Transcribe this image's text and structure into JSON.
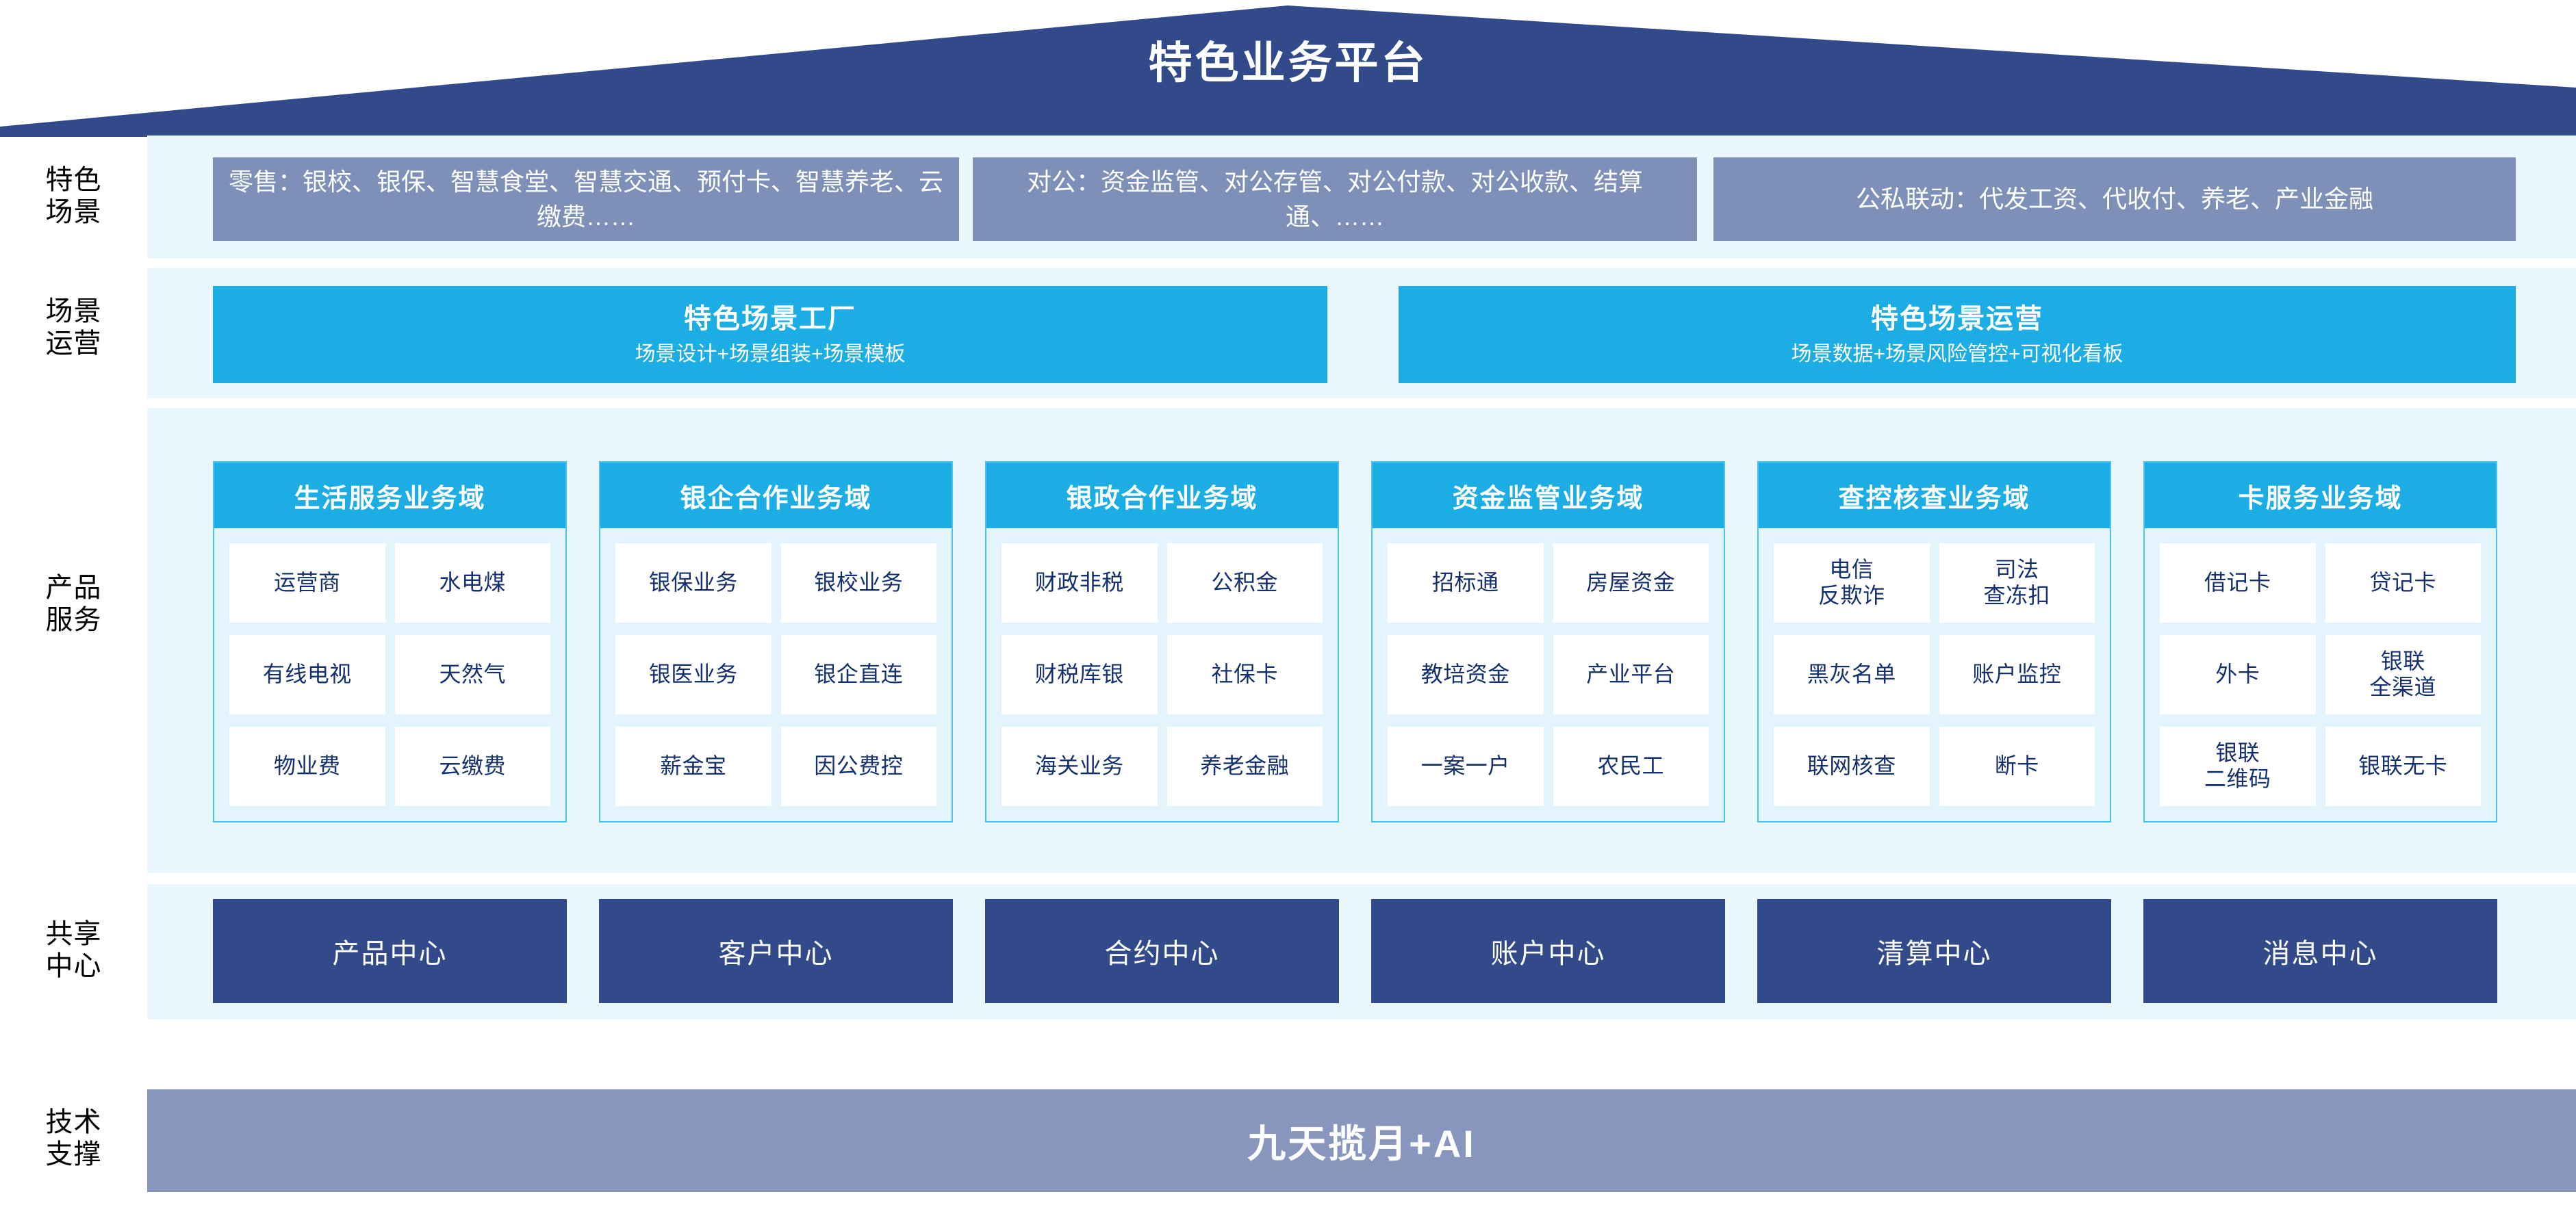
{
  "title": "特色业务平台",
  "rail_labels": {
    "scene": "特色\n场景",
    "operation": "场景\n运营",
    "product": "产品\n服务",
    "shared": "共享\n中心",
    "tech": "技术\n支撑"
  },
  "colors": {
    "roof_navy": "#32498a",
    "scene_box": "#7e90b8",
    "cyan": "#1cade4",
    "band_bg": "#eaf7fd",
    "domain_body": "#e4f4fc",
    "domain_border": "#49c3ef",
    "prod_text": "#15306e",
    "shared_box": "#32498a",
    "tech_bar": "#8896bd"
  },
  "scenarios": [
    {
      "label": "零售：银校、银保、智慧食堂、智慧交通、预付卡、智慧养老、云缴费……"
    },
    {
      "label": "对公：资金监管、对公存管、对公付款、对公收款、结算通、……"
    },
    {
      "label": "公私联动：代发工资、代收付、养老、产业金融"
    }
  ],
  "operations": [
    {
      "title": "特色场景工厂",
      "subtitle": "场景设计+场景组装+场景模板"
    },
    {
      "title": "特色场景运营",
      "subtitle": "场景数据+场景风险管控+可视化看板"
    }
  ],
  "domains": [
    {
      "title": "生活服务业务域",
      "items": [
        "运营商",
        "水电煤",
        "有线电视",
        "天然气",
        "物业费",
        "云缴费"
      ]
    },
    {
      "title": "银企合作业务域",
      "items": [
        "银保业务",
        "银校业务",
        "银医业务",
        "银企直连",
        "薪金宝",
        "因公费控"
      ]
    },
    {
      "title": "银政合作业务域",
      "items": [
        "财政非税",
        "公积金",
        "财税库银",
        "社保卡",
        "海关业务",
        "养老金融"
      ]
    },
    {
      "title": "资金监管业务域",
      "items": [
        "招标通",
        "房屋资金",
        "教培资金",
        "产业平台",
        "一案一户",
        "农民工"
      ]
    },
    {
      "title": "查控核查业务域",
      "items": [
        "电信\n反欺诈",
        "司法\n查冻扣",
        "黑灰名单",
        "账户监控",
        "联网核查",
        "断卡"
      ]
    },
    {
      "title": "卡服务业务域",
      "items": [
        "借记卡",
        "贷记卡",
        "外卡",
        "银联\n全渠道",
        "银联\n二维码",
        "银联无卡"
      ]
    }
  ],
  "shared_centers": [
    {
      "label": "产品中心"
    },
    {
      "label": "客户中心"
    },
    {
      "label": "合约中心"
    },
    {
      "label": "账户中心"
    },
    {
      "label": "清算中心"
    },
    {
      "label": "消息中心"
    }
  ],
  "tech_support": {
    "label": "九天揽月+AI"
  }
}
